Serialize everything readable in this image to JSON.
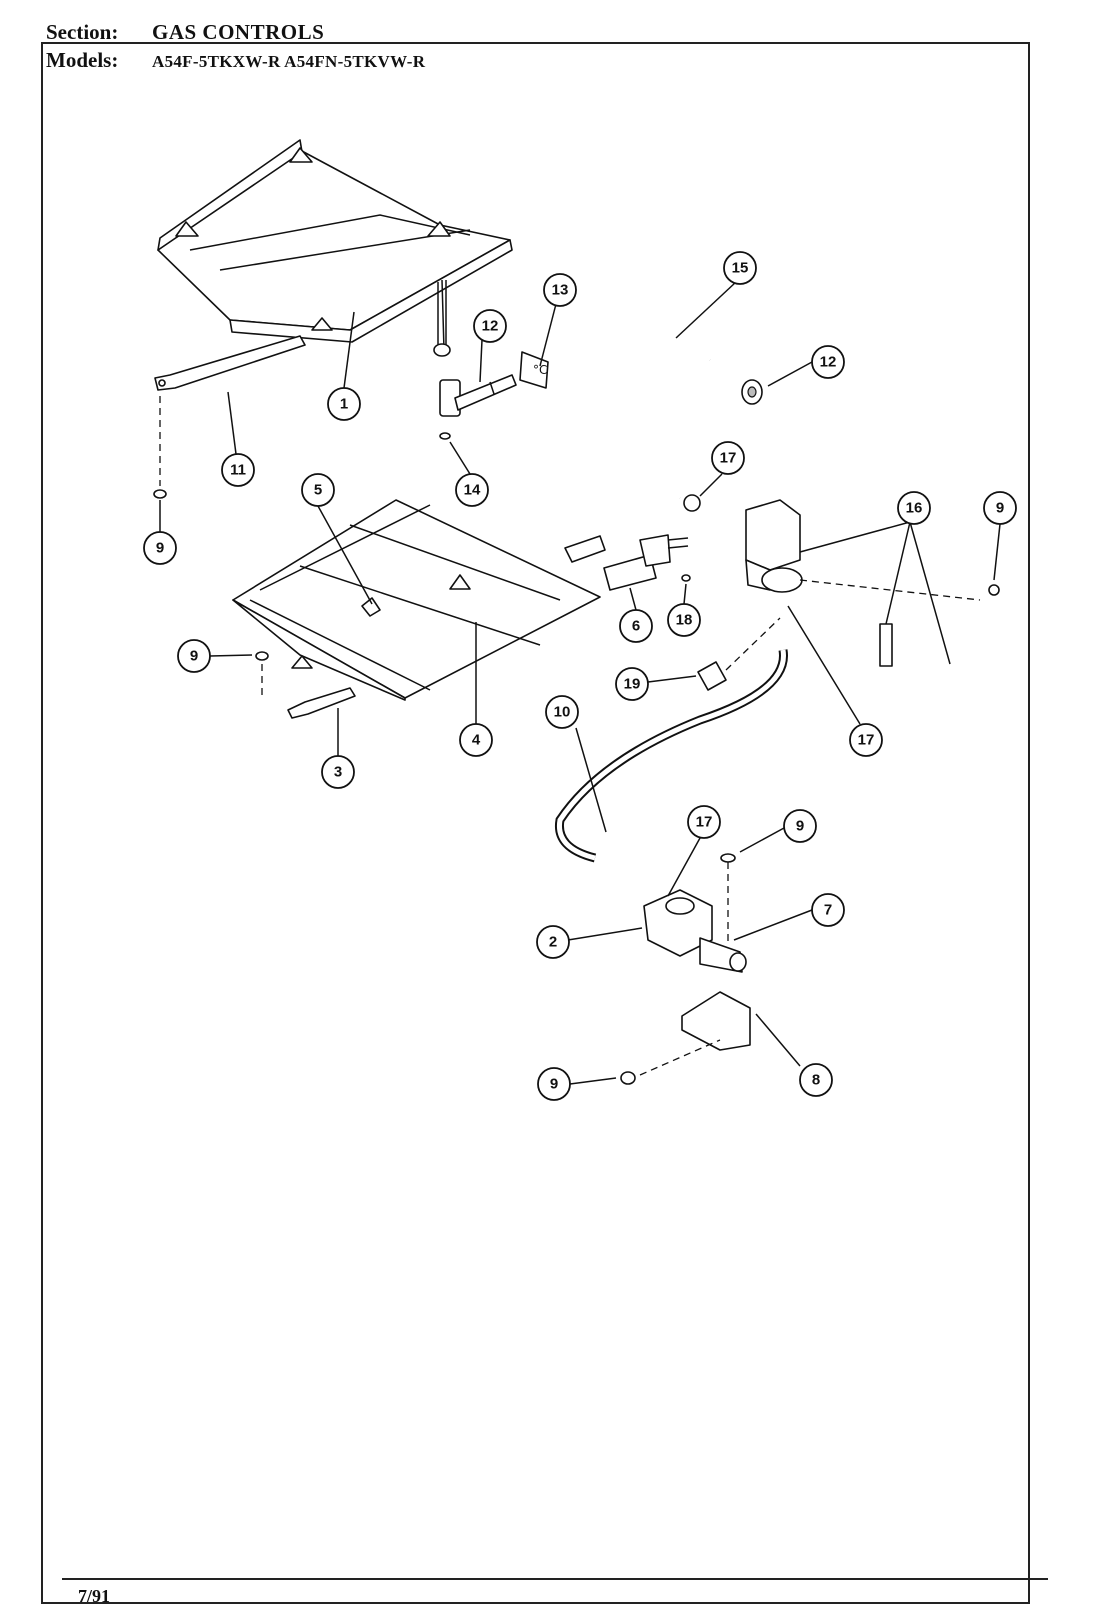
{
  "header": {
    "section_label": "Section:",
    "section_value": "GAS CONTROLS",
    "models_label": "Models:",
    "models_value": "A54F-5TKXW-R   A54FN-5TKVW-R"
  },
  "footer": {
    "date": "7/91"
  },
  "callouts": [
    "1",
    "2",
    "3",
    "4",
    "5",
    "6",
    "7",
    "8",
    "9",
    "10",
    "11",
    "12",
    "13",
    "14",
    "15",
    "16",
    "17",
    "18",
    "19"
  ]
}
